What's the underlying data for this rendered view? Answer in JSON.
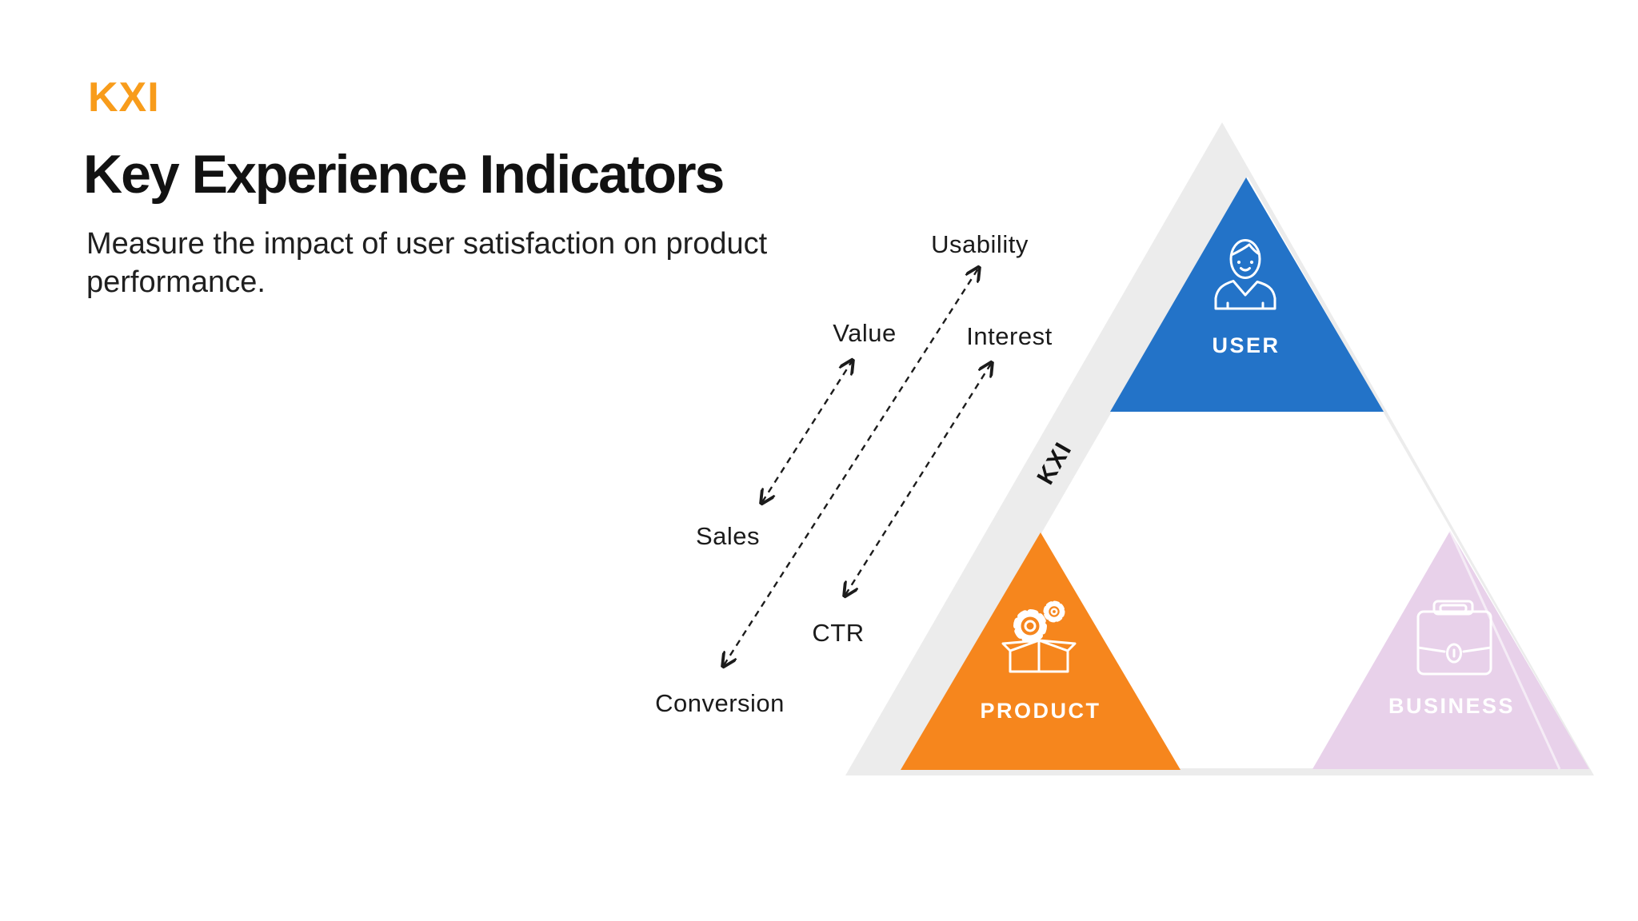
{
  "slide": {
    "logo_text": "KXI",
    "title": "Key Experience Indicators",
    "subtitle": "Measure the impact of user satisfaction on product performance.",
    "background": "#FFFFFF"
  },
  "diagram": {
    "edge_label": "KXI",
    "colors": {
      "logo": "#F89C1B",
      "band": "#ECECEC",
      "inner": "#FFFFFF",
      "arrow": "#1C1C1C",
      "metric_label_text": "#1B1B1B",
      "node_label_text": "#FFFFFF",
      "seam": "#FFFFFF"
    },
    "nodes": [
      {
        "label": "USER",
        "icon": "person-icon",
        "color": "#2373C8"
      },
      {
        "label": "PRODUCT",
        "icon": "open-box-with-gears-icon",
        "color": "#F6861D"
      },
      {
        "label": "BUSINESS",
        "icon": "briefcase-icon",
        "color": "#E8D1EA"
      }
    ],
    "metric_labels": [
      {
        "text": "Usability"
      },
      {
        "text": "Value"
      },
      {
        "text": "Interest"
      },
      {
        "text": "Sales"
      },
      {
        "text": "CTR"
      },
      {
        "text": "Conversion"
      }
    ],
    "arrows": [
      {
        "name": "sales-value-arrow",
        "between": [
          "Sales",
          "Value"
        ],
        "style": "dashed",
        "heads": "both"
      },
      {
        "name": "conversion-usability-arrow",
        "between": [
          "Conversion",
          "Usability"
        ],
        "style": "dashed",
        "heads": "both"
      },
      {
        "name": "ctr-interest-arrow",
        "between": [
          "CTR",
          "Interest"
        ],
        "style": "dashed",
        "heads": "both"
      }
    ]
  }
}
